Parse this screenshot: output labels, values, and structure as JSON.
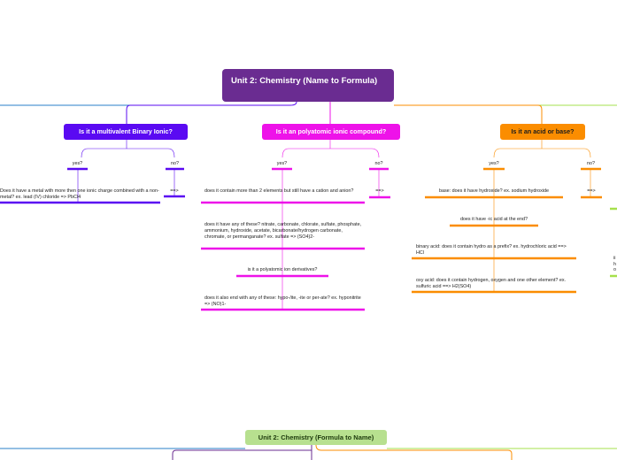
{
  "root": {
    "title": "Unit 2: Chemistry (Name to Formula)"
  },
  "root2": {
    "title": "Unit 2: Chemistry (Formula to Name)"
  },
  "branches": [
    {
      "title": "Is it a multivalent Binary Ionic?",
      "color": "#5a0af2",
      "yes": "yes?",
      "no": "no?",
      "yes_items": [
        "Does it have a metal with more then one ionic charge combined with a non-metal? ex. lead (IV) chloride => PbCl4"
      ],
      "no_items": [
        "==>"
      ]
    },
    {
      "title": "Is it an polyatomic ionic compound?",
      "color": "#ee12e9",
      "yes": "yes?",
      "no": "no?",
      "yes_items": [
        "does it contain more than 2 elements but still have a cation and anion?",
        "does it have any of these? nitrate, carbonate, chlorate, sulfate, phosphate, ammonium, hydroxide, acetate, bicarbonate/hydrogen carbonate, chromate, or permanganate? ex. sulfate => (SO4)2-",
        "is it a polyatomic ion derivatives?",
        "does it also end with any of these: hypo-/ite, -ite or per-ate? ex. hyponitrite => (NO)1-"
      ],
      "no_items": [
        "==>"
      ]
    },
    {
      "title": "Is it an acid or base?",
      "color": "#fb8d00",
      "yes": "yes?",
      "no": "no?",
      "yes_items": [
        "base: does it have hydroxide? ex. sodium hydroxide",
        "does it have -ic acid at the end?",
        "binary acid: does it contain hydro as a prefix? ex. hydrochloric acid ==> HCl",
        "oxy acid: does it contain hydrogen, oxygen and one other element? ex. sulfuric acid ==> H2(SO4)"
      ],
      "no_items": [
        "==>"
      ]
    }
  ],
  "edge_fragments": [
    "ii",
    "h",
    "o"
  ],
  "colors": {
    "root": "#6a2c91",
    "root2": "#b7e08f",
    "blue": "#5a0af2",
    "magenta": "#ee12e9",
    "orange": "#fb8d00",
    "green": "#a6e04c",
    "link_blue": "#2a7fc8"
  }
}
